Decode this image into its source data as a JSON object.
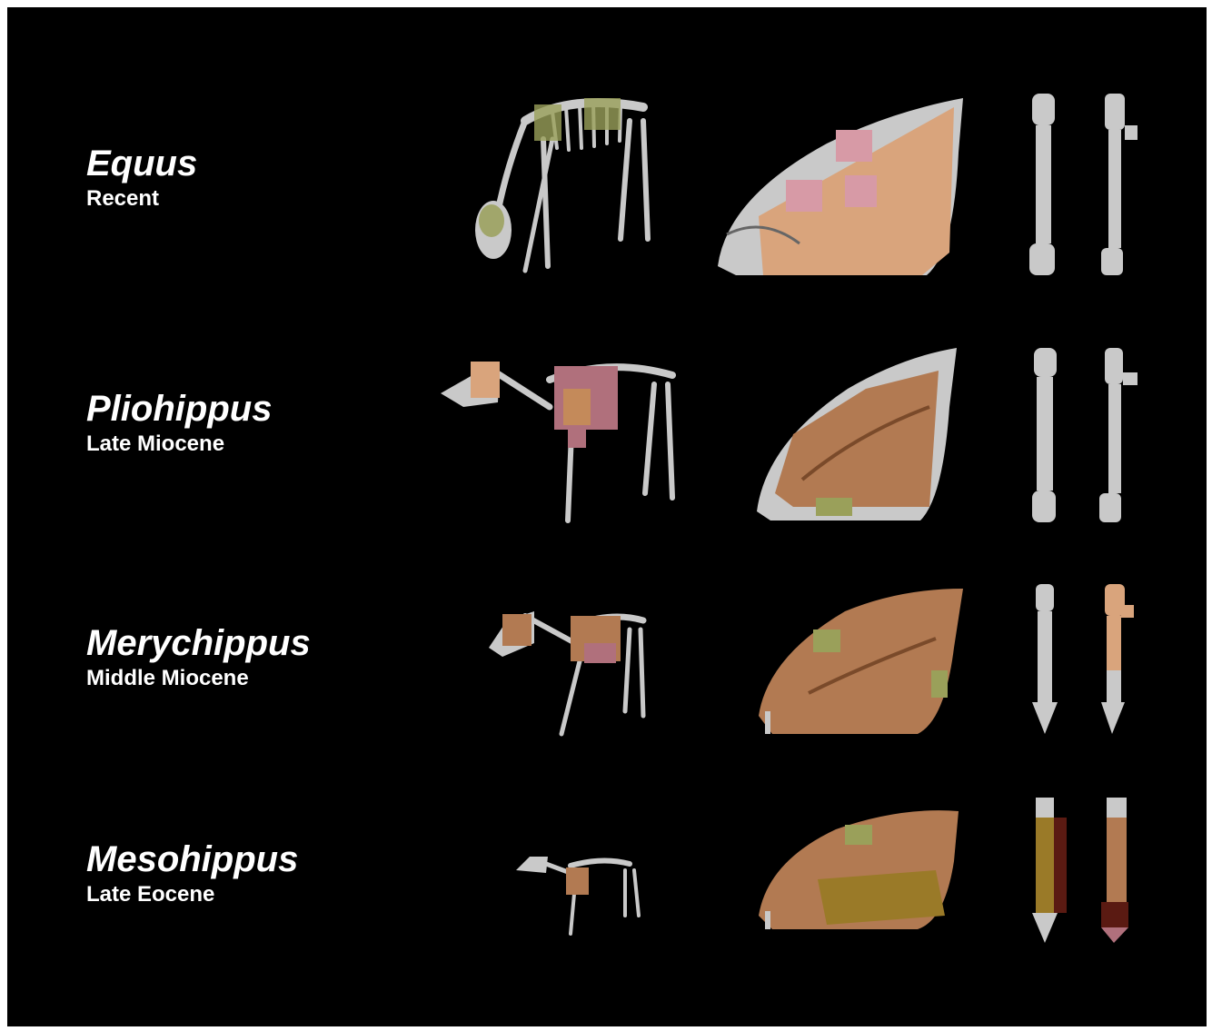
{
  "colors": {
    "background": "#000000",
    "bone": "#c9c9c9",
    "highlight_tan": "#d9a47c",
    "highlight_brown": "#b27a52",
    "highlight_pink": "#b0707c",
    "highlight_green": "#9aa05a",
    "highlight_olive": "#9a7a28",
    "highlight_maroon": "#5a1a12"
  },
  "rows": [
    {
      "genus": "Equus",
      "epoch": "Recent"
    },
    {
      "genus": "Pliohippus",
      "epoch": "Late Miocene"
    },
    {
      "genus": "Merychippus",
      "epoch": "Middle Miocene"
    },
    {
      "genus": "Mesohippus",
      "epoch": "Late Eocene"
    }
  ],
  "icons": [
    "skeleton-icon",
    "skull-icon",
    "forelimb-bone-icon"
  ]
}
